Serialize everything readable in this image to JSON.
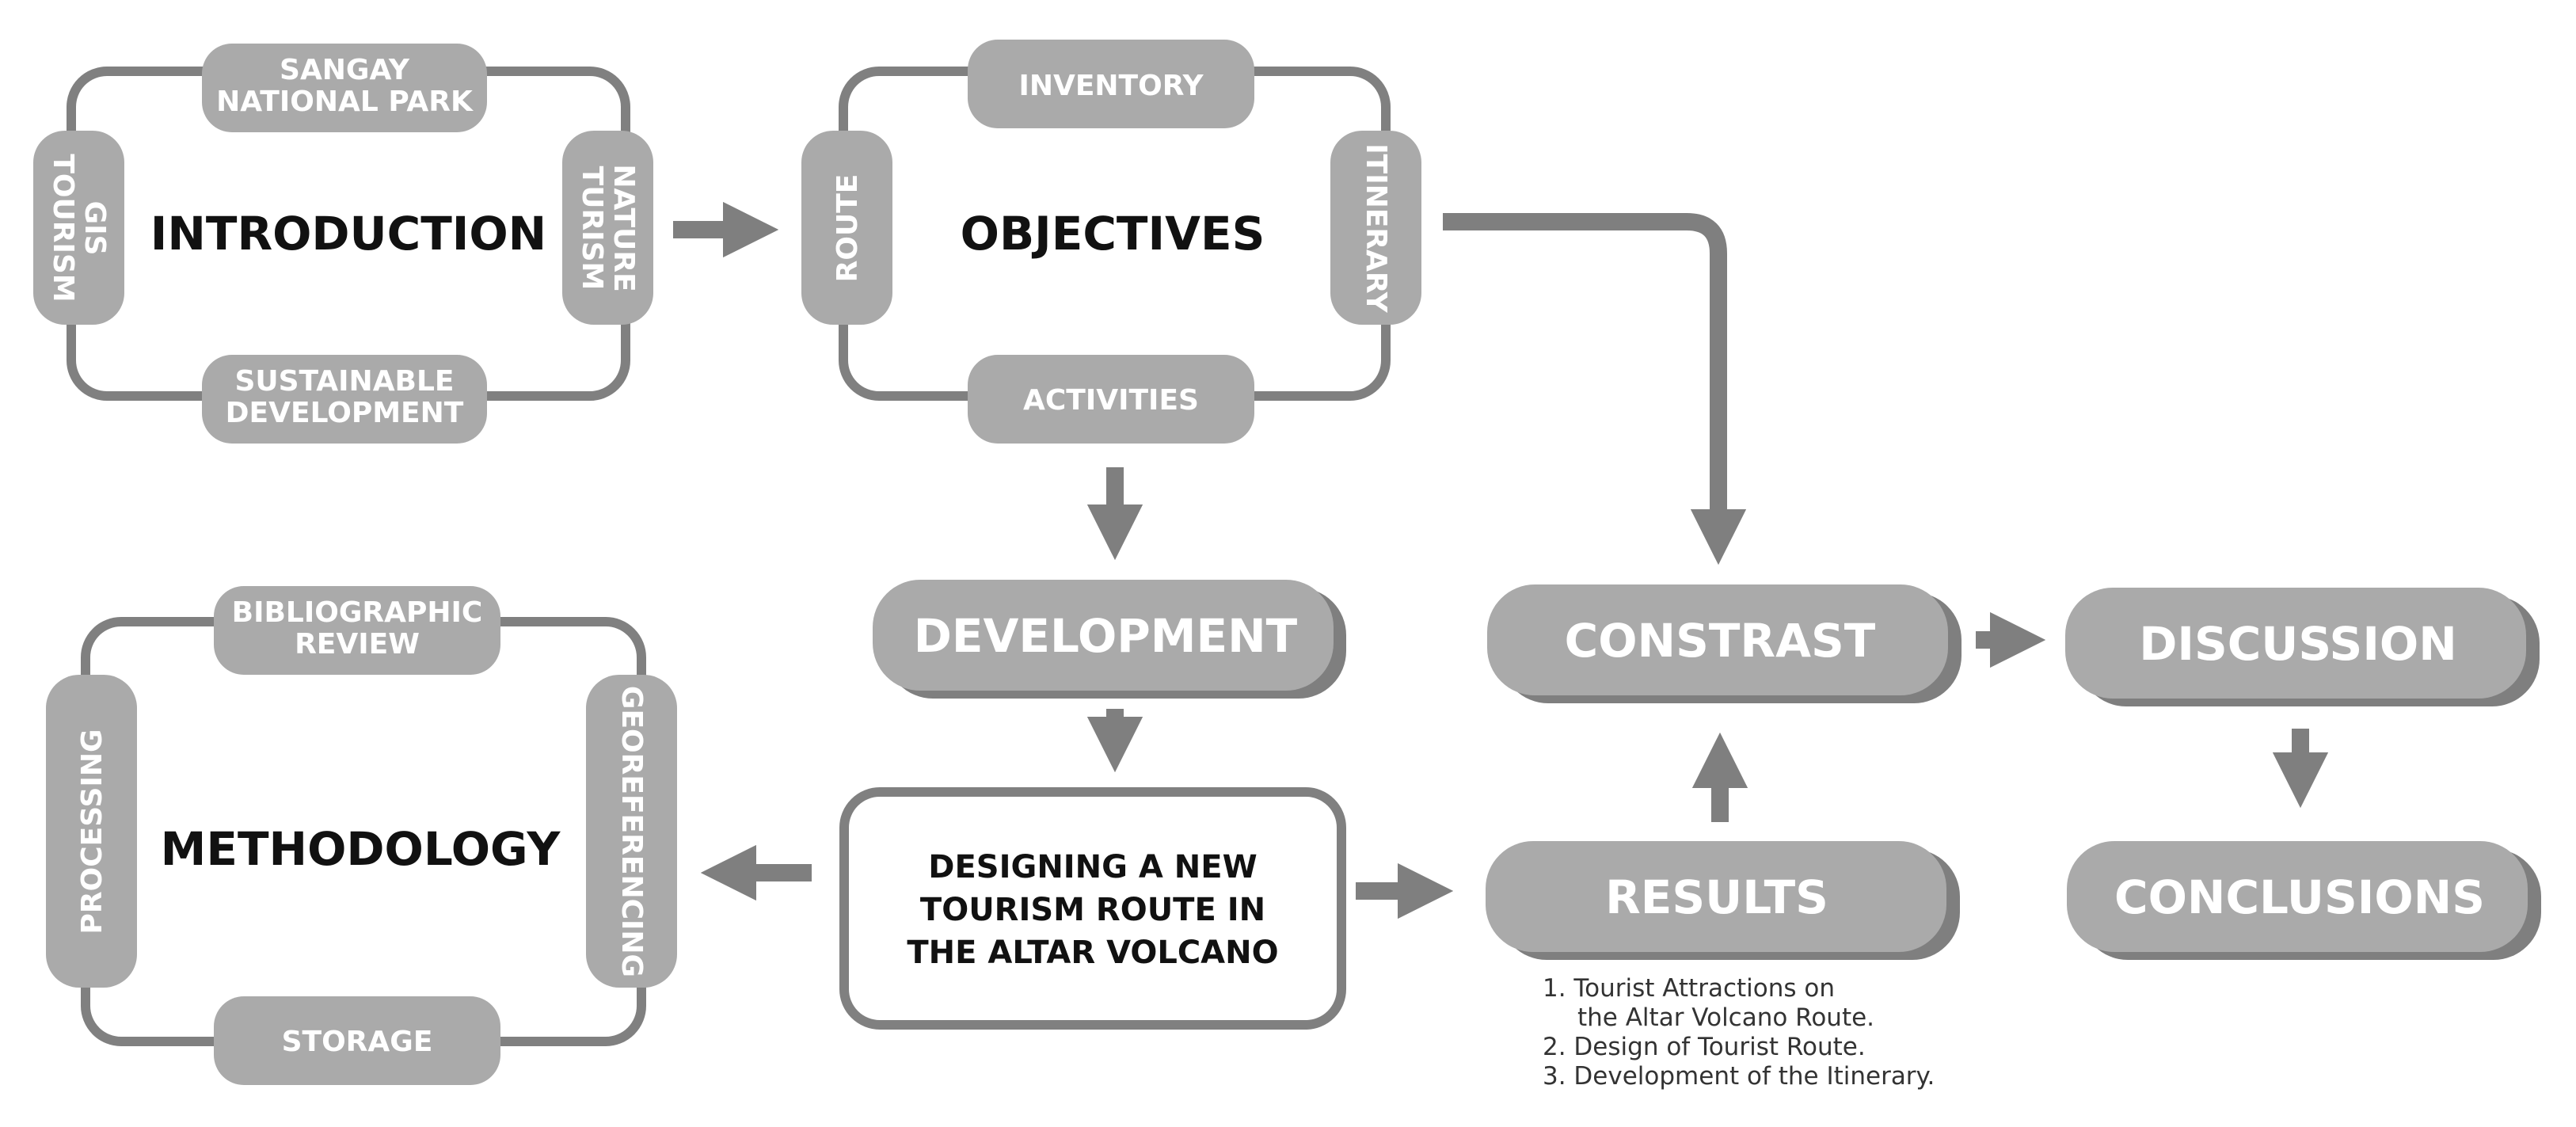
{
  "colors": {
    "pill_fill": "#aaaaaa",
    "pill_shadow": "#7f7f7f",
    "frame_stroke": "#808080",
    "arrow": "#7f7f7f",
    "title_text": "#111111",
    "pill_text": "#ffffff"
  },
  "introduction": {
    "title": "INTRODUCTION",
    "top": [
      "SANGAY",
      "NATIONAL PARK"
    ],
    "left": [
      "GIS",
      "TOURISM"
    ],
    "right": [
      "NATURE",
      "TURISM"
    ],
    "bottom": [
      "SUSTAINABLE",
      "DEVELOPMENT"
    ]
  },
  "objectives": {
    "title": "OBJECTIVES",
    "top": "INVENTORY",
    "left": "ROUTE",
    "right": "ITINERARY",
    "bottom": "ACTIVITIES"
  },
  "methodology": {
    "title": "METHODOLOGY",
    "top": [
      "BIBLIOGRAPHIC",
      "REVIEW"
    ],
    "left": "PROCESSING",
    "right": "GEOREFERENCING",
    "bottom": "STORAGE"
  },
  "development": {
    "label": "DEVELOPMENT"
  },
  "design": {
    "lines": [
      "DESIGNING A NEW",
      "TOURISM ROUTE IN",
      "THE ALTAR VOLCANO"
    ]
  },
  "constrast": {
    "label": "CONSTRAST"
  },
  "results": {
    "label": "RESULTS",
    "notes": [
      "1. Tourist Attractions on",
      "the Altar Volcano Route.",
      "2. Design of Tourist Route.",
      "3. Development of the Itinerary."
    ]
  },
  "discussion": {
    "label": "DISCUSSION"
  },
  "conclusions": {
    "label": "CONCLUSIONS"
  }
}
